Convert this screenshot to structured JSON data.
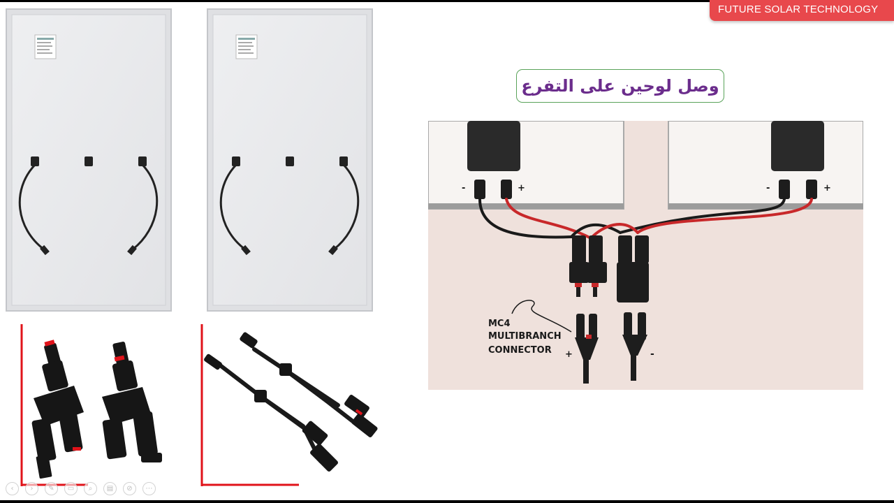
{
  "brand": {
    "label": "FUTURE SOLAR TECHNOLOGY"
  },
  "title": {
    "text": "وصل لوحين على التفرع"
  },
  "diagram": {
    "left_terminal_minus": "-",
    "left_terminal_plus": "+",
    "right_terminal_minus": "-",
    "right_terminal_plus": "+",
    "connector_label_line1": "MC4",
    "connector_label_line2": "MULTIBRANCH",
    "connector_label_line3": "CONNECTOR",
    "branch_plus": "+",
    "branch_minus": "-"
  },
  "colors": {
    "brand_red": "#e8484c",
    "title_purple": "#6b2d8c",
    "title_border": "#5aa35a",
    "corner_red": "#e0131a",
    "wire_red": "#c8282a",
    "wire_black": "#1a1a1a",
    "diagram_bg": "#efe1dc"
  },
  "toolbar": {
    "icons": [
      "back-icon",
      "forward-icon",
      "pen-icon",
      "copy-icon",
      "zoom-icon",
      "slides-icon",
      "no-display-icon",
      "more-icon"
    ]
  }
}
